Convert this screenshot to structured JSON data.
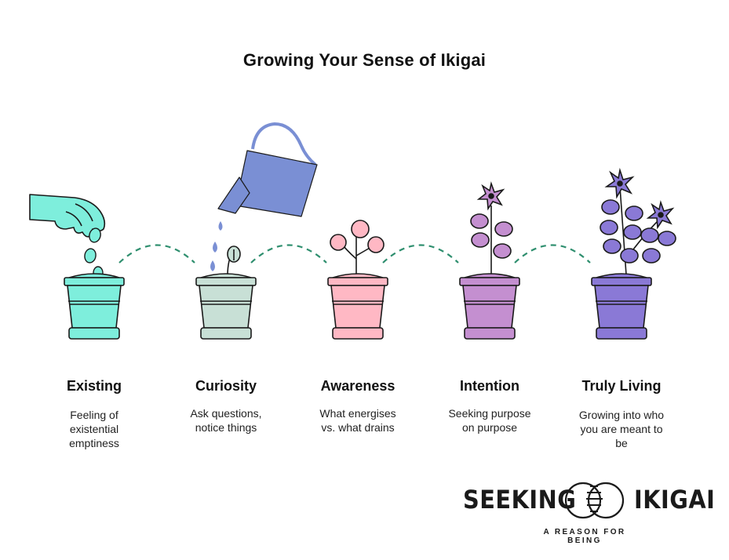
{
  "title": "Growing Your Sense of Ikigai",
  "stages": [
    {
      "title": "Existing",
      "desc": [
        "Feeling of",
        "existential",
        "emptiness"
      ],
      "pot_color": "#7eeedc"
    },
    {
      "title": "Curiosity",
      "desc": [
        "Ask questions,",
        "notice things"
      ],
      "pot_color": "#c8e0d6"
    },
    {
      "title": "Awareness",
      "desc": [
        "What energises",
        "vs. what drains"
      ],
      "pot_color": "#ffb8c4"
    },
    {
      "title": "Intention",
      "desc": [
        "Seeking purpose",
        "on purpose"
      ],
      "pot_color": "#c48fd0"
    },
    {
      "title": "Truly Living",
      "desc": [
        "Growing into who",
        "you are meant to",
        "be"
      ],
      "pot_color": "#8a79d6"
    }
  ],
  "brand": {
    "left": "SEEKING",
    "right": "IKIGAI",
    "tagline": "A REASON FOR BEING"
  },
  "colors": {
    "hand": "#7eeedc",
    "watering_can": "#7a8fd4",
    "water_drop": "#7a8fd4",
    "path": "#2f8f6f",
    "leaf_pink": "#ffb8c4",
    "leaf_purple": "#c48fd0",
    "leaf_violet": "#8a79d6",
    "stem": "#1a1a1a"
  },
  "icons": [
    "hand-icon",
    "seed-icon",
    "watering-can-icon",
    "water-drop-icon",
    "sprout-icon",
    "flower-icon",
    "logo-icon"
  ]
}
